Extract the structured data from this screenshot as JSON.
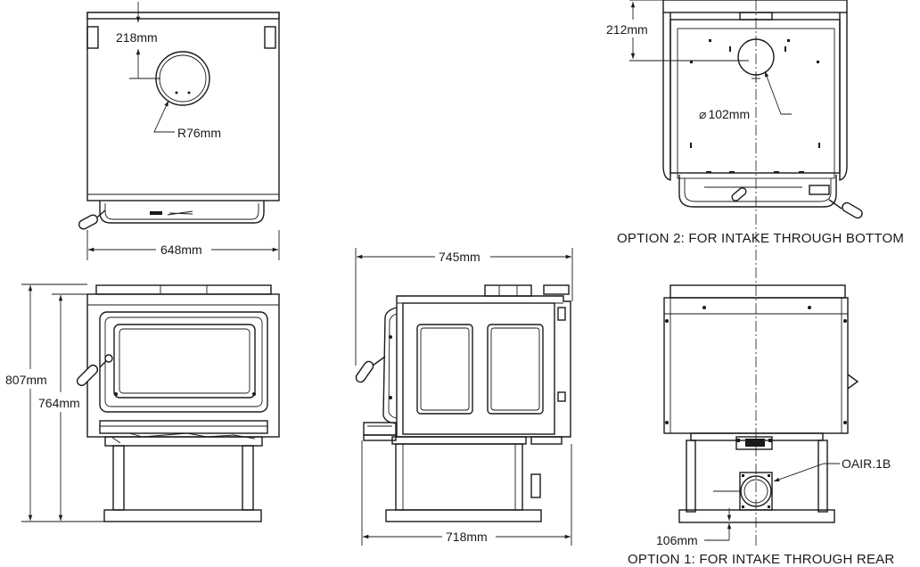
{
  "dimensions": {
    "top_flue_offset": "218mm",
    "flue_radius": "R76mm",
    "front_width": "648mm",
    "total_height": "807mm",
    "body_height": "764mm",
    "side_depth_top": "745mm",
    "side_depth_base": "718mm",
    "bottom_inlet_offset": "212mm",
    "bottom_inlet_diameter": "102mm",
    "rear_inlet_offset": "106mm",
    "rear_inlet_part": "OAIR.1B"
  },
  "symbols": {
    "diameter": "⌀"
  },
  "captions": {
    "option_bottom": "OPTION 2: FOR INTAKE THROUGH BOTTOM",
    "option_rear": "OPTION 1: FOR INTAKE THROUGH REAR"
  }
}
